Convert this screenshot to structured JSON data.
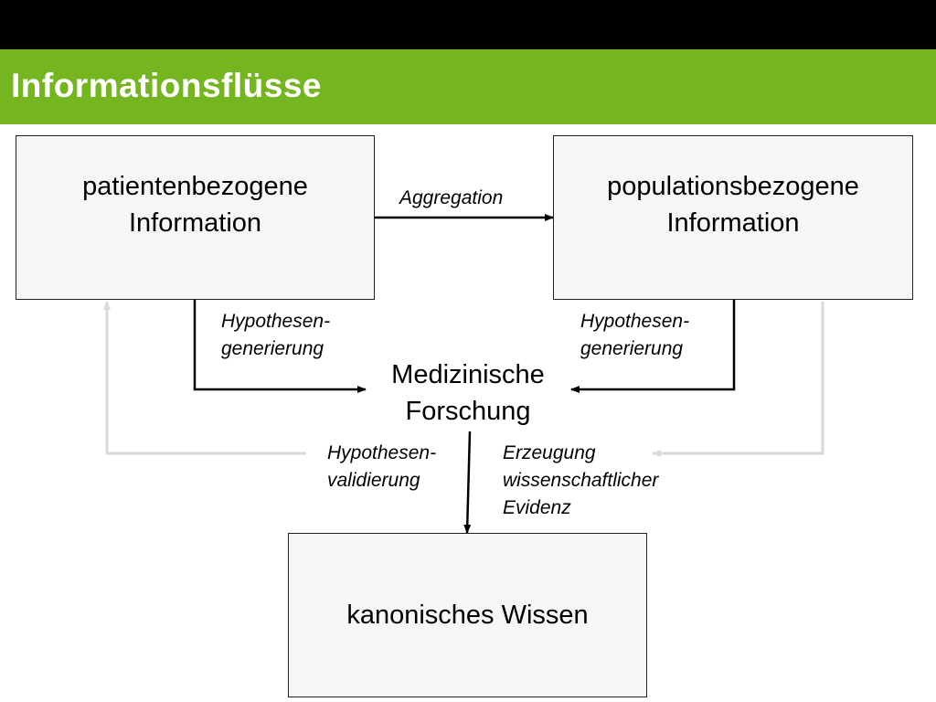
{
  "title": "Informationsflüsse",
  "colors": {
    "topbar": "#000000",
    "titlebar": "#74b520",
    "box_fill": "#f6f6f6",
    "arrow": "#000000",
    "feedback_arrow": "#d9d9d9"
  },
  "nodes": {
    "patient": "patientenbezogene\nInformation",
    "population": "populationsbezogene\nInformation",
    "research": "Medizinische\nForschung",
    "canon": "kanonisches Wissen"
  },
  "edge_labels": {
    "aggregation": "Aggregation",
    "hypgen_left": "Hypothesen-\ngenerierung",
    "hypgen_right": "Hypothesen-\ngenerierung",
    "hypval": "Hypothesen-\nvalidierung",
    "evidence": "Erzeugung\nwissenschaftlicher\nEvidenz"
  }
}
